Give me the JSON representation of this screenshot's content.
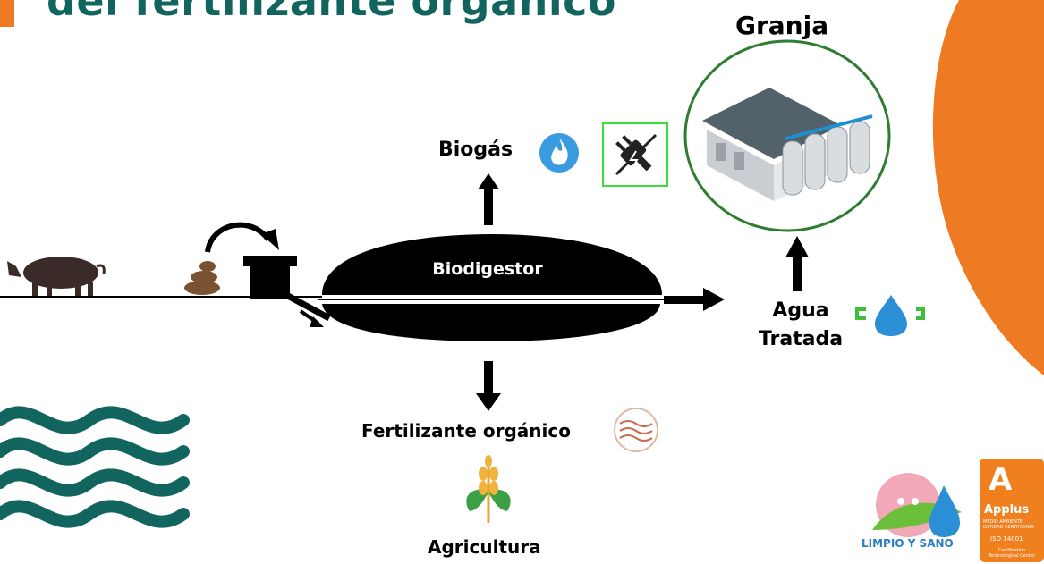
{
  "title": "del fertilizante orgánico",
  "labels": {
    "granja": "Granja",
    "biogas": "Biogás",
    "biodigestor": "Biodigestor",
    "agua_line1": "Agua",
    "agua_line2": "Tratada",
    "fertilizante": "Fertilizante orgánico",
    "agricultura": "Agricultura"
  },
  "logos": {
    "limpio_y_sano": "LIMPIO Y SANO",
    "applus_mark": "A",
    "applus_name": "Applus",
    "applus_small": "MEDIO AMBIENTE ENTIDAD CERTIFICADA",
    "applus_iso": "ISO 14001",
    "applus_cert": "Certification Technological Center"
  },
  "icons": [
    "fire-icon",
    "plug-icon",
    "water-drop-icon",
    "wheat-icon",
    "pig-icon",
    "manure-icon",
    "farm-building-icon",
    "wave-icon"
  ],
  "colors": {
    "title": "#12655e",
    "accent_orange": "#ee7b23",
    "waves": "#12655e",
    "plug_border": "#3ddc3d",
    "drop": "#2b8fd6",
    "recycle": "#3cbf3c"
  }
}
